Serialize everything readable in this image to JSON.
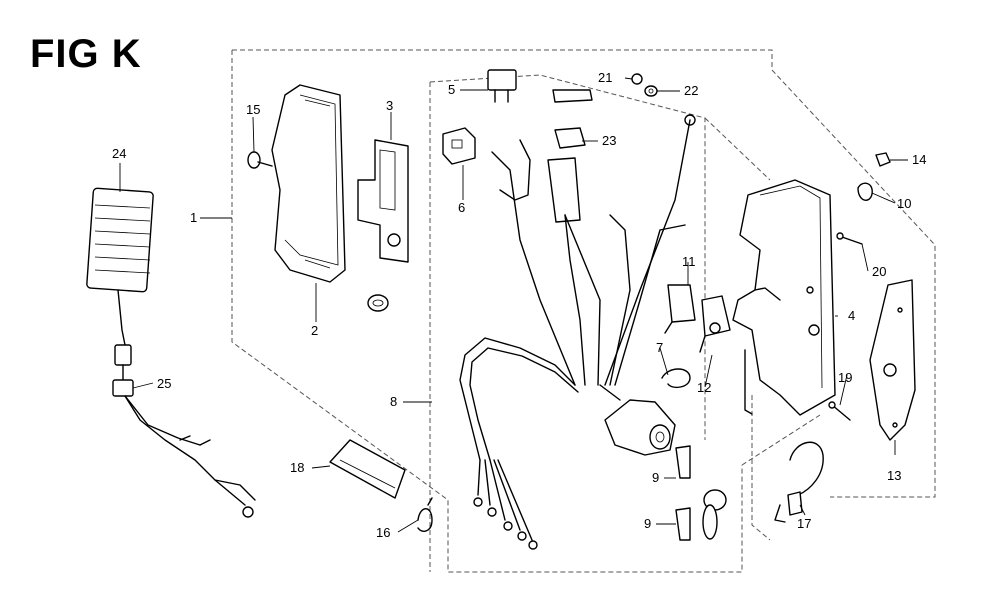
{
  "figure": {
    "title": "FIG K"
  },
  "callouts": {
    "c1": "1",
    "c2": "2",
    "c3": "3",
    "c4": "4",
    "c5": "5",
    "c6": "6",
    "c7": "7",
    "c8": "8",
    "c9a": "9",
    "c9b": "9",
    "c10": "10",
    "c11": "11",
    "c12": "12",
    "c13": "13",
    "c14": "14",
    "c15": "15",
    "c16": "16",
    "c17": "17",
    "c18": "18",
    "c19": "19",
    "c20": "20",
    "c21": "21",
    "c22": "22",
    "c23": "23",
    "c24": "24",
    "c25": "25"
  }
}
